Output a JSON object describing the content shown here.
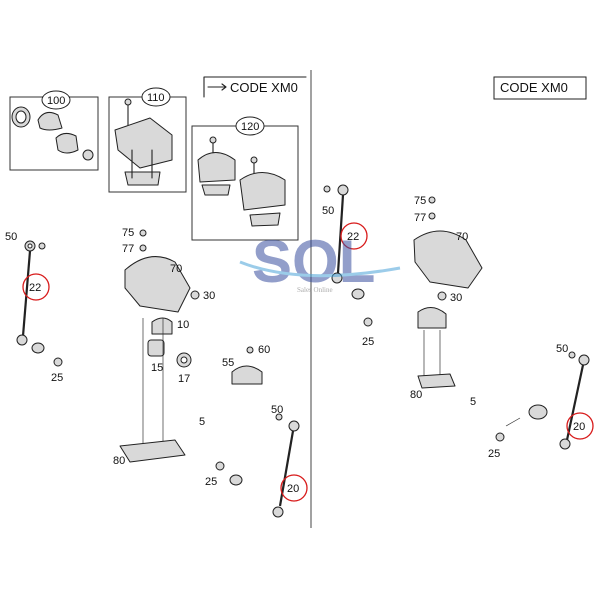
{
  "header": {
    "left_code": "CODE XM0",
    "right_code": "CODE XM0"
  },
  "callouts_boxed": {
    "c100": "100",
    "c110": "110",
    "c120": "120"
  },
  "left_view": {
    "labels": {
      "p50": "50",
      "p22": "22",
      "p75": "75",
      "p77": "77",
      "p70": "70",
      "p30": "30",
      "p10": "10",
      "p15": "15",
      "p17": "17",
      "p55": "55",
      "p60": "60",
      "p25a": "25",
      "p5": "5",
      "p80": "80",
      "p25b": "25",
      "p20": "20"
    }
  },
  "right_view": {
    "labels": {
      "p50a": "50",
      "p22": "22",
      "p75": "75",
      "p77": "77",
      "p70": "70",
      "p30": "30",
      "p25a": "25",
      "p80": "80",
      "p5": "5",
      "p50b": "50",
      "p20": "20",
      "p25b": "25"
    }
  },
  "watermark": {
    "text": "SOL",
    "subtitle": "Sales Online",
    "color": "#3a4fa0"
  },
  "colors": {
    "highlight_circle": "#d81b1b",
    "line": "#222222"
  }
}
